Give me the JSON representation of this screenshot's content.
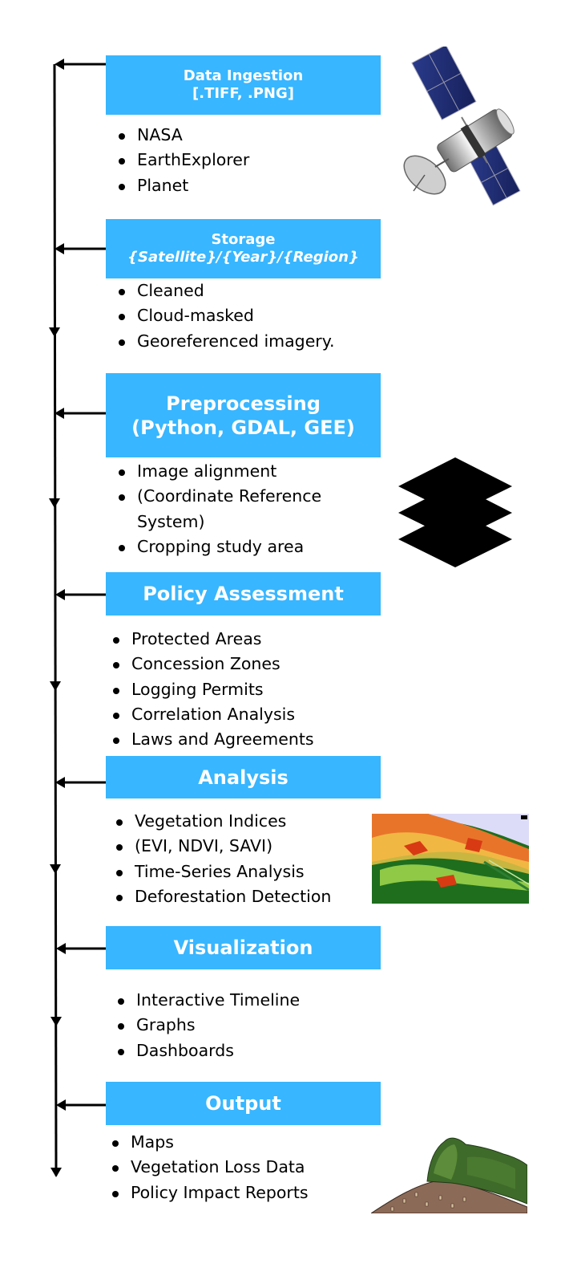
{
  "colors": {
    "box_fill": "#38b6ff",
    "box_text": "#ffffff",
    "line": "#000000",
    "body_text": "#000000"
  },
  "steps": [
    {
      "title": "Data Ingestion",
      "subtitle": "[.TIFF, .PNG]",
      "subtitle_style": "bold",
      "bullets": [
        "NASA",
        "EarthExplorer",
        "Planet"
      ],
      "illustration": "satellite-image"
    },
    {
      "title": "Storage",
      "subtitle": "{Satellite}/{Year}/{Region}",
      "subtitle_style": "bold-italic",
      "bullets": [
        "Cleaned",
        "Cloud-masked",
        "Georeferenced imagery."
      ]
    },
    {
      "title": "Preprocessing",
      "subtitle": "(Python, GDAL, GEE)",
      "subtitle_style": "bold",
      "bullets": [
        "Image alignment",
        "(Coordinate Reference",
        "System)",
        "Cropping study area"
      ],
      "illustration": "layers-icon"
    },
    {
      "title": "Policy Assessment",
      "bullets": [
        "Protected Areas",
        "Concession Zones",
        "Logging Permits",
        "Correlation Analysis",
        "Laws and Agreements"
      ]
    },
    {
      "title": "Analysis",
      "bullets": [
        "Vegetation Indices",
        "(EVI, NDVI, SAVI)",
        "Time-Series Analysis",
        "Deforestation Detection"
      ],
      "illustration": "vegetation-index-map-image"
    },
    {
      "title": "Visualization",
      "bullets": [
        "Interactive Timeline",
        "Graphs",
        "Dashboards"
      ]
    },
    {
      "title": "Output",
      "bullets": [
        "Maps",
        "Vegetation Loss Data",
        "Policy Impact Reports"
      ],
      "illustration": "deforested-hillside-image"
    }
  ]
}
